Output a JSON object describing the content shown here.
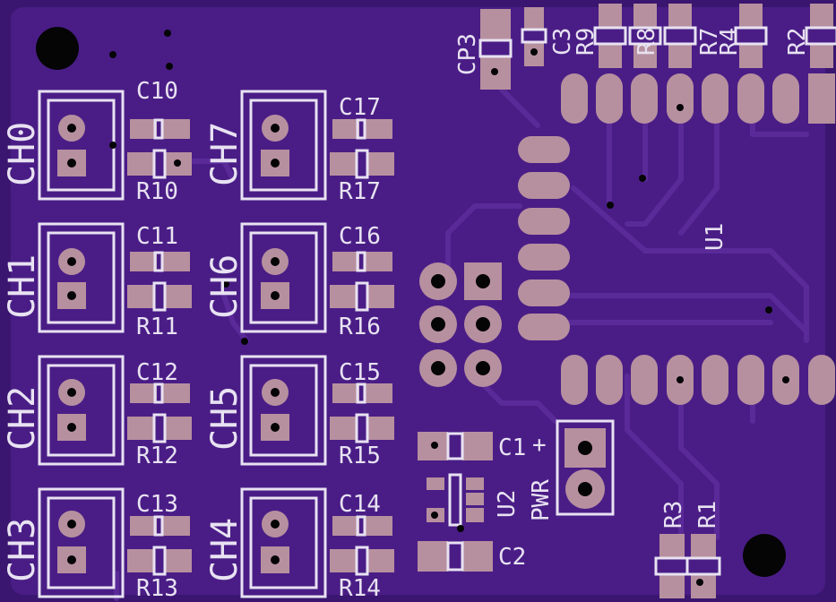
{
  "board": {
    "colors": {
      "substrate": "#3a1670",
      "copper": "#4a1d86",
      "trace": "#5a2a98",
      "pad": "#b7909f",
      "silk": "#e8e2f2",
      "hole": "#050505"
    }
  },
  "labels": {
    "channels": [
      "CH0",
      "CH1",
      "CH2",
      "CH3",
      "CH7",
      "CH6",
      "CH5",
      "CH4"
    ],
    "caps_left": [
      "C10",
      "C11",
      "C12",
      "C13"
    ],
    "res_left": [
      "R10",
      "R11",
      "R12",
      "R13"
    ],
    "caps_right": [
      "C17",
      "C16",
      "C15",
      "C14"
    ],
    "res_right": [
      "R17",
      "R16",
      "R15",
      "R14"
    ],
    "top": [
      "CP3",
      "C3",
      "R9",
      "R8",
      "R7",
      "R4",
      "R2"
    ],
    "u1": "U1",
    "u2": "U2",
    "c1": "C1",
    "c2": "C2",
    "plus": "+",
    "pwr": "PWR",
    "r3": "R3",
    "r1": "R1"
  }
}
